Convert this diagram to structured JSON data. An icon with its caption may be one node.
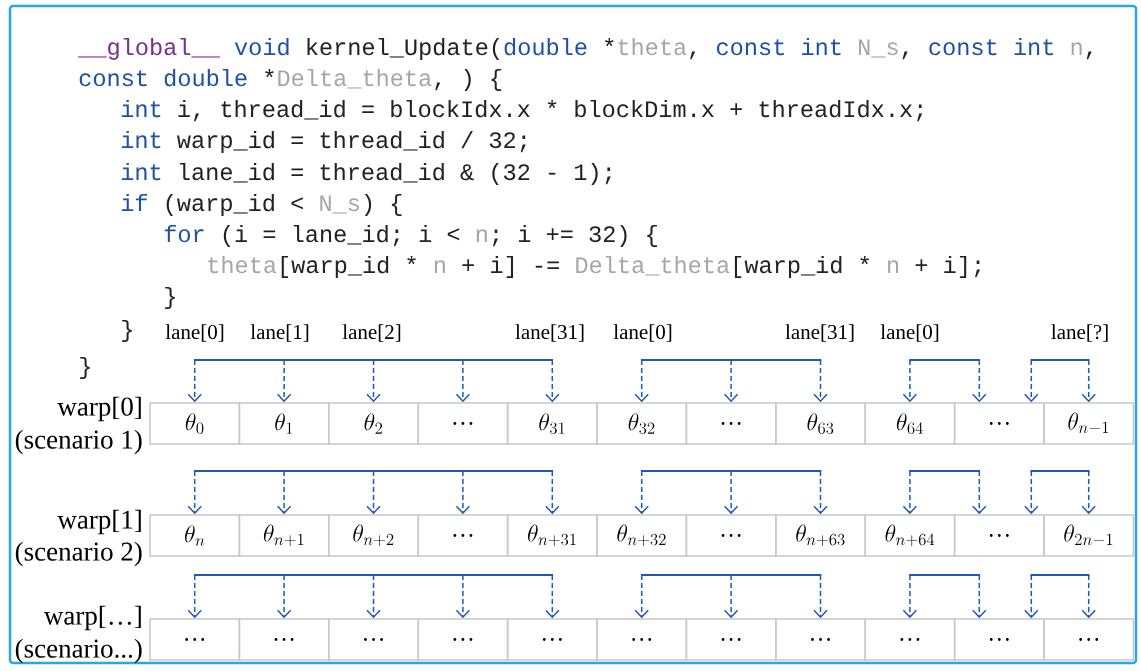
{
  "diagram": {
    "nodes": [
      {
        "text": [
          "\\theta_{0}"
        ]
      },
      {
        "text": [
          "\\theta_{1}"
        ]
      },
      {
        "text": [
          "\\theta_{2}"
        ]
      },
      {
        "text": [
          "…"
        ]
      },
      {
        "text": [
          "\\theta_{31}"
        ]
      },
      {
        "text": [
          "\\theta_{32}"
        ]
      },
      {
        "text": [
          "…"
        ]
      },
      {
        "text": [
          "\\theta_{63}"
        ]
      },
      {
        "text": [
          "\\theta_{64}"
        ]
      },
      {
        "text": [
          "…"
        ]
      },
      {
        "text": [
          "\\theta_{n-1}"
        ]
      },
      {
        "text": [
          "\\theta_{n}"
        ]
      },
      {
        "text": [
          "\\theta_{n+1}"
        ]
      },
      {
        "text": [
          "\\theta_{n+2}"
        ]
      },
      {
        "text": [
          "…"
        ]
      },
      {
        "text": [
          "\\theta_{n+31}"
        ]
      },
      {
        "text": [
          "\\theta_{n+32}"
        ]
      },
      {
        "text": [
          "…"
        ]
      },
      {
        "text": [
          "\\theta_{n+63}"
        ]
      },
      {
        "text": [
          "\\theta_{n+64}"
        ]
      },
      {
        "text": [
          "…"
        ]
      },
      {
        "text": [
          "\\theta_{2n-1}"
        ]
      },
      {
        "text": [
          "…"
        ]
      },
      {
        "text": [
          "…"
        ]
      },
      {
        "text": [
          "…"
        ]
      },
      {
        "text": [
          "…"
        ]
      },
      {
        "text": [
          "…"
        ]
      },
      {
        "text": [
          "…"
        ]
      },
      {
        "text": [
          "…"
        ]
      },
      {
        "text": [
          "…"
        ]
      },
      {
        "text": [
          "…"
        ]
      },
      {
        "text": [
          "…"
        ]
      },
      {
        "text": [
          "…"
        ]
      }
    ],
    "edges": [
      {
        "from": null,
        "to": 0,
        "arrow": "to",
        "style": "dashed"
      },
      {
        "from": null,
        "to": 1,
        "arrow": "to",
        "style": "dashed"
      },
      {
        "from": null,
        "to": 2,
        "arrow": "to",
        "style": "dashed"
      },
      {
        "from": null,
        "to": 3,
        "arrow": "to",
        "style": "dashed"
      },
      {
        "from": null,
        "to": 4,
        "arrow": "to",
        "style": "dashed"
      },
      {
        "from": null,
        "to": 5,
        "arrow": "to",
        "style": "dashed"
      },
      {
        "from": null,
        "to": 6,
        "arrow": "to",
        "style": "dashed"
      },
      {
        "from": null,
        "to": 7,
        "arrow": "to",
        "style": "dashed"
      },
      {
        "from": null,
        "to": 8,
        "arrow": "to",
        "style": "dashed"
      },
      {
        "from": null,
        "to": 9,
        "arrow": "to",
        "style": "dashed"
      },
      {
        "from": null,
        "to": 9,
        "arrow": "to",
        "style": "dashed"
      },
      {
        "from": null,
        "to": 10,
        "arrow": "to",
        "style": "dashed"
      },
      {
        "from": null,
        "to": 11,
        "arrow": "to",
        "style": "dashed"
      },
      {
        "from": null,
        "to": 12,
        "arrow": "to",
        "style": "dashed"
      },
      {
        "from": null,
        "to": 13,
        "arrow": "to",
        "style": "dashed"
      },
      {
        "from": null,
        "to": 14,
        "arrow": "to",
        "style": "dashed"
      },
      {
        "from": null,
        "to": 15,
        "arrow": "to",
        "style": "dashed"
      },
      {
        "from": null,
        "to": 16,
        "arrow": "to",
        "style": "dashed"
      },
      {
        "from": null,
        "to": 17,
        "arrow": "to",
        "style": "dashed"
      },
      {
        "from": null,
        "to": 18,
        "arrow": "to",
        "style": "dashed"
      },
      {
        "from": null,
        "to": 19,
        "arrow": "to",
        "style": "dashed"
      },
      {
        "from": null,
        "to": 20,
        "arrow": "to",
        "style": "dashed"
      },
      {
        "from": null,
        "to": 20,
        "arrow": "to",
        "style": "dashed"
      },
      {
        "from": null,
        "to": 21,
        "arrow": "to",
        "style": "dashed"
      },
      {
        "from": null,
        "to": 22,
        "arrow": "to",
        "style": "dashed"
      },
      {
        "from": null,
        "to": 23,
        "arrow": "to",
        "style": "dashed"
      },
      {
        "from": null,
        "to": 24,
        "arrow": "to",
        "style": "dashed"
      },
      {
        "from": null,
        "to": 25,
        "arrow": "to",
        "style": "dashed"
      },
      {
        "from": null,
        "to": 26,
        "arrow": "to",
        "style": "dashed"
      },
      {
        "from": null,
        "to": 27,
        "arrow": "to",
        "style": "dashed"
      },
      {
        "from": null,
        "to": 28,
        "arrow": "to",
        "style": "dashed"
      },
      {
        "from": null,
        "to": 29,
        "arrow": "to",
        "style": "dashed"
      },
      {
        "from": null,
        "to": 30,
        "arrow": "to",
        "style": "dashed"
      },
      {
        "from": null,
        "to": 31,
        "arrow": "to",
        "style": "dashed"
      },
      {
        "from": null,
        "to": 31,
        "arrow": "to",
        "style": "dashed"
      },
      {
        "from": null,
        "to": 32,
        "arrow": "to",
        "style": "dashed"
      }
    ],
    "labels": [
      "__global__",
      "void",
      "kernel_Update(",
      "double",
      "*",
      "theta",
      ",",
      "const int",
      "N_s",
      ",",
      "const int",
      "n",
      ",",
      "const double",
      "*",
      "Delta_theta",
      ", ) {",
      "int",
      "i, thread_id = blockIdx.x * blockDim.x + threadIdx.x;",
      "int",
      "warp_id = thread_id / 32;",
      "int",
      "lane_id = thread_id & (32 - 1);",
      "if",
      "(warp_id <",
      "N_s",
      ") {",
      "for",
      "(i = lane_id; i <",
      "n",
      "; i += 32) {",
      "theta",
      "[warp_id *",
      "n",
      "+ i] -=",
      "Delta_theta",
      "[warp_id *",
      "n",
      "+ i];",
      "}",
      "}",
      "}",
      "lane[0]",
      "lane[1]",
      "lane[2]",
      "lane[31]",
      "lane[0]",
      "lane[31]",
      "lane[0]",
      "lane[?]",
      "warp[0]",
      "(scenario 1)",
      "warp[1]",
      "(scenario 2)",
      "warp[…]",
      "(scenario...)"
    ]
  }
}
